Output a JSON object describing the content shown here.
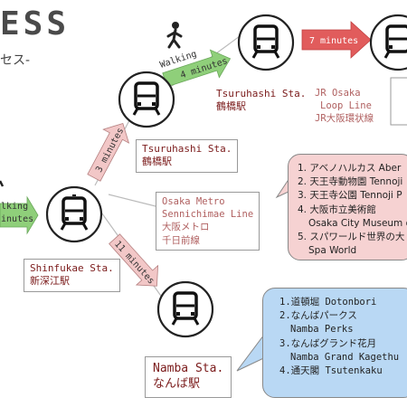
{
  "title": "ESS",
  "subtitle": "セス-",
  "stations": {
    "shinfukae": {
      "en": "Shinfukae Sta.",
      "jp": "新深江駅"
    },
    "tsuruhashi_mid": {
      "en": "Tsuruhashi Sta.",
      "jp": "鶴橋駅"
    },
    "tsuruhashi_top": {
      "en": "Tsuruhashi Sta.",
      "jp": "鶴橋駅"
    },
    "namba": {
      "en": "Namba Sta.",
      "jp": "なんば駅"
    }
  },
  "connections": {
    "walking_left": "lking",
    "minutes_left": "inutes",
    "walking_top": "Walking",
    "four_minutes": "4 minutes",
    "seven_minutes": "7 minutes",
    "three_minutes": "3 minutes",
    "eleven_minutes": "11 minutes"
  },
  "lines": {
    "osaka_metro": [
      "Osaka Metro",
      "Sennichimae Line",
      "大阪メトロ",
      "千日前線"
    ],
    "jr_osaka": [
      "JR Osaka",
      "Loop Line",
      "JR大阪環状線"
    ]
  },
  "pink_callout": {
    "items": [
      "1. アベノハルカス Aber",
      "2. 天王寺動物園 Tennoji",
      "3. 天王寺公園 Tennoji P",
      "4. 大阪市立美術館",
      "Osaka City Museum o",
      "5. スパワールド世界の大",
      "Spa World"
    ]
  },
  "blue_callout": {
    "items": [
      "1.道頓堀 Dotonbori",
      "2.なんばパークス",
      "Namba Perks",
      "3.なんばグランド花月",
      "Namba Grand Kagethu",
      "4.通天閣 Tsutenkaku"
    ]
  },
  "colors": {
    "green_arrow": "#8fcf7a",
    "pink_arrow": "#f2c7c7",
    "red_arrow": "#e15c5c",
    "pink_callout": "#f6d2d2",
    "blue_callout": "#b9d8f4",
    "station_text": "#7a1a1a"
  }
}
